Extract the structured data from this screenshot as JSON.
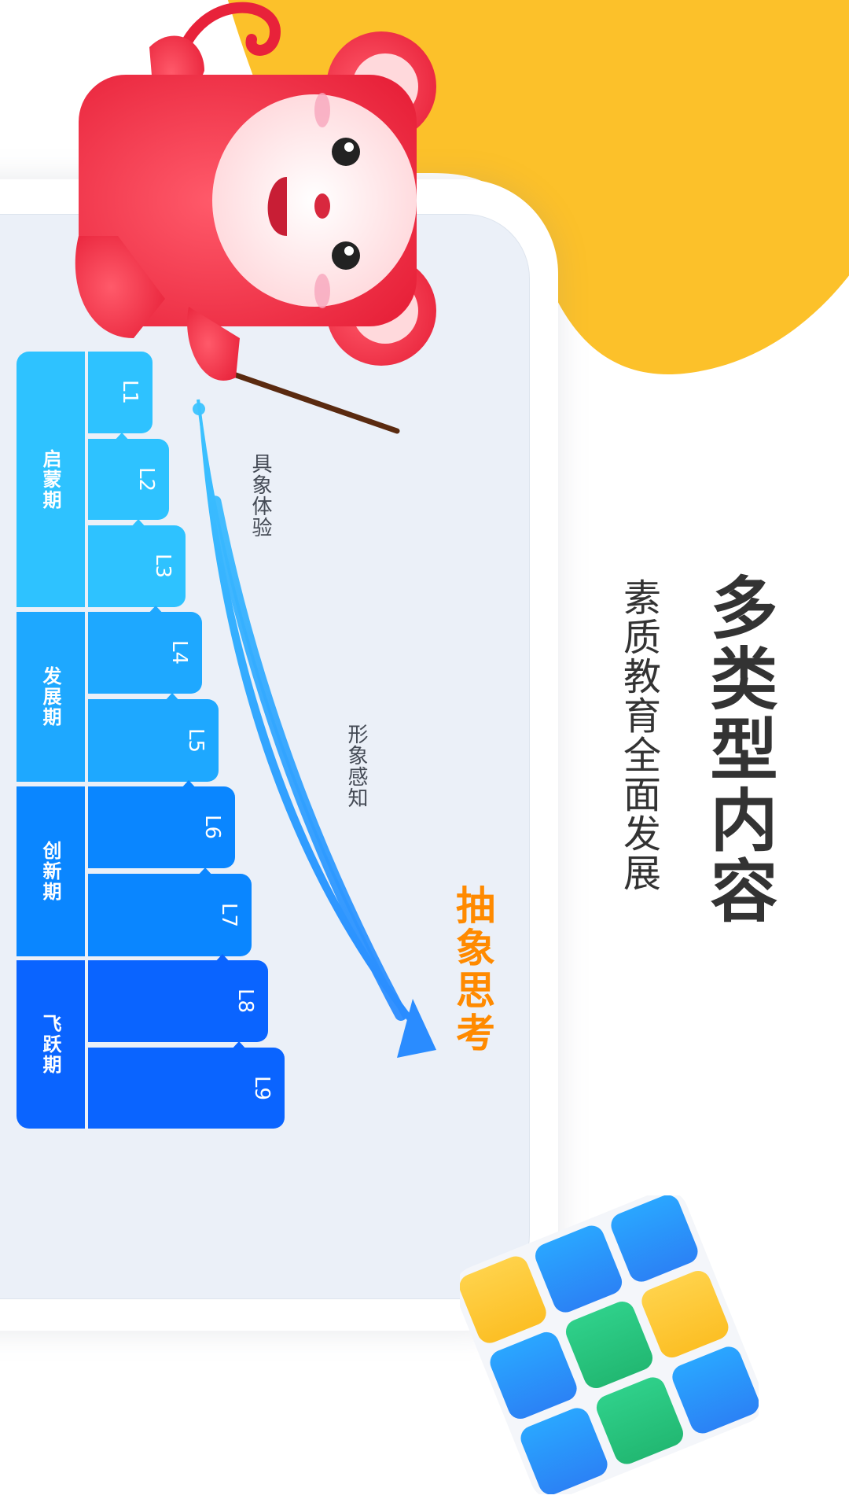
{
  "header": {
    "title": "多类型内容",
    "subtitle": "素质教育全面发展"
  },
  "diagram": {
    "arrow_labels": {
      "start": "具象体验",
      "middle": "形象感知",
      "end": "抽象思考"
    },
    "stages": [
      {
        "label": "启蒙期",
        "color": "#2ec2ff"
      },
      {
        "label": "发展期",
        "color": "#1ea8ff"
      },
      {
        "label": "创新期",
        "color": "#0a86ff"
      },
      {
        "label": "飞跃期",
        "color": "#0a64ff"
      }
    ],
    "levels": [
      {
        "label": "L1",
        "color": "#2ec2ff"
      },
      {
        "label": "L2",
        "color": "#2ec2ff"
      },
      {
        "label": "L3",
        "color": "#2ec2ff"
      },
      {
        "label": "L4",
        "color": "#1ea8ff"
      },
      {
        "label": "L5",
        "color": "#1ea8ff"
      },
      {
        "label": "L6",
        "color": "#0a86ff"
      },
      {
        "label": "L7",
        "color": "#0a86ff"
      },
      {
        "label": "L8",
        "color": "#0a64ff"
      },
      {
        "label": "L9",
        "color": "#0a64ff"
      }
    ]
  },
  "colors": {
    "accent_yellow": "#fcc12a",
    "accent_orange": "#ff8a00",
    "screen_bg": "#ebf0f8",
    "title_text": "#333333"
  },
  "illustrations": {
    "mascot": "red-monkey-mascot-with-pointer",
    "cube": "rubiks-cube-blue-yellow-green"
  }
}
